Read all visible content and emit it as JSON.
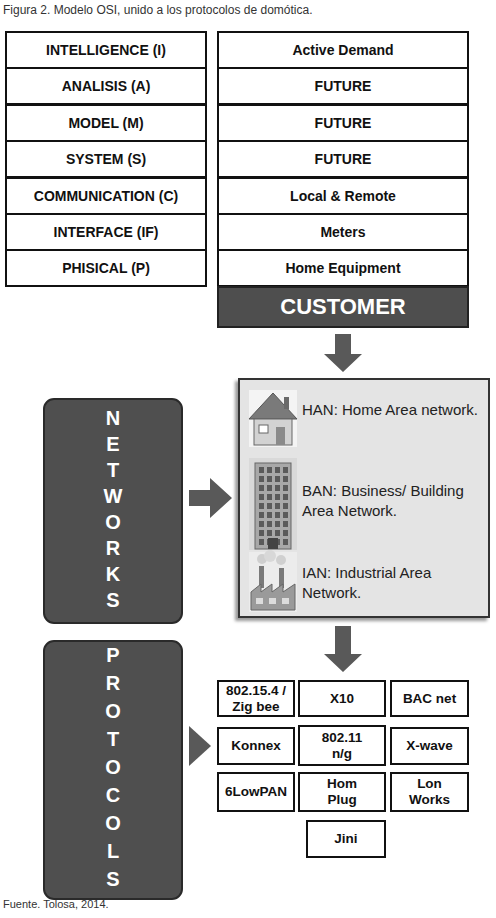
{
  "diagram": {
    "title": "Figura 2. Modelo OSI, unido a los protocolos de domótica.",
    "caption": "Fuente. Tolosa, 2014.",
    "nodes": [
      {
        "text": [
          "INTELLIGENCE (I)"
        ]
      },
      {
        "text": [
          "Active Demand"
        ]
      },
      {
        "text": [
          "ANALISIS (A)"
        ]
      },
      {
        "text": [
          "FUTURE"
        ]
      },
      {
        "text": [
          "MODEL (M)"
        ]
      },
      {
        "text": [
          "FUTURE"
        ]
      },
      {
        "text": [
          "SYSTEM (S)"
        ]
      },
      {
        "text": [
          "FUTURE"
        ]
      },
      {
        "text": [
          "COMMUNICATION (C)"
        ]
      },
      {
        "text": [
          "Local & Remote"
        ]
      },
      {
        "text": [
          "INTERFACE (IF)"
        ]
      },
      {
        "text": [
          "Meters"
        ]
      },
      {
        "text": [
          "PHISICAL (P)"
        ]
      },
      {
        "text": [
          "Home Equipment"
        ]
      },
      {
        "text": [
          "CUSTOMER"
        ]
      },
      {
        "text": [
          "NETWORKS"
        ]
      },
      {
        "text": [
          "HAN: Home Area network.",
          "BAN: Business/ Building Area Network.",
          "IAN: Industrial Area Network."
        ]
      },
      {
        "text": [
          "PROTOCOLS"
        ]
      },
      {
        "text": [
          "802.15.4 / Zig bee"
        ]
      },
      {
        "text": [
          "X10"
        ]
      },
      {
        "text": [
          "BAC net"
        ]
      },
      {
        "text": [
          "Konnex"
        ]
      },
      {
        "text": [
          "802.11 n/g"
        ]
      },
      {
        "text": [
          "X-wave"
        ]
      },
      {
        "text": [
          "6LowPAN"
        ]
      },
      {
        "text": [
          "Hom Plug"
        ]
      },
      {
        "text": [
          "Lon Works"
        ]
      },
      {
        "text": [
          "Jini"
        ]
      }
    ],
    "edges": [
      {
        "from": 14,
        "to": 16,
        "arrow": "to"
      },
      {
        "from": 15,
        "to": 16,
        "arrow": "to"
      },
      {
        "from": 16,
        "to": 19,
        "arrow": "to"
      },
      {
        "from": 17,
        "to": 21,
        "arrow": "to"
      }
    ]
  }
}
